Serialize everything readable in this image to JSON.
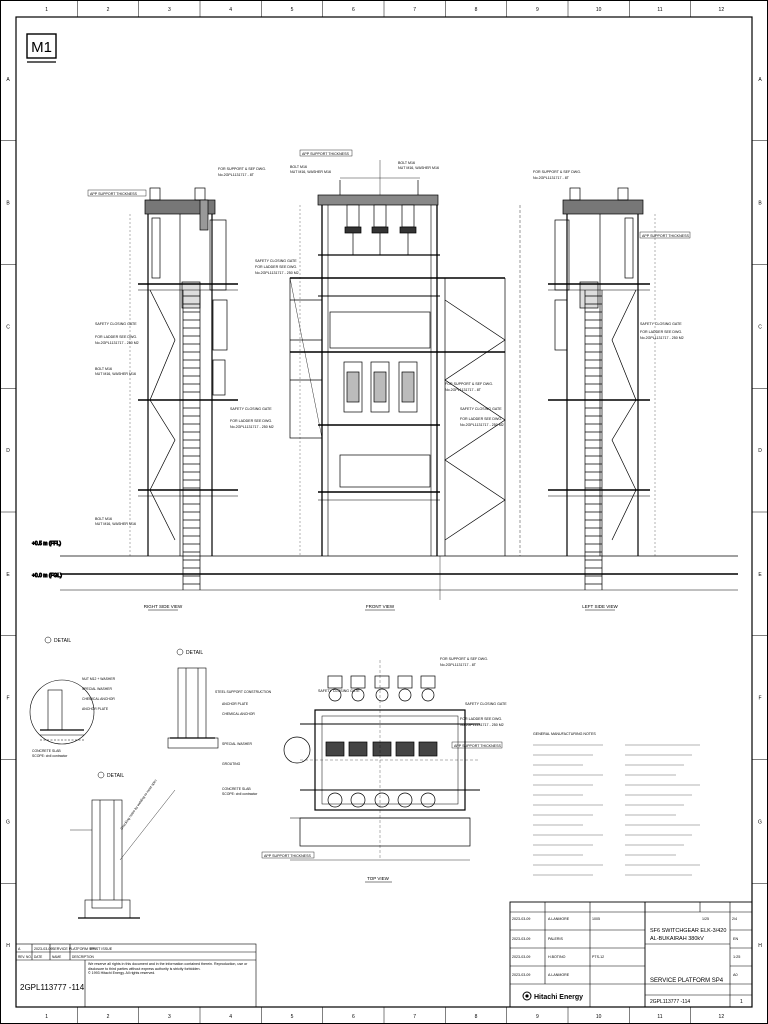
{
  "sheet": {
    "mark": "M1",
    "zone_letters": [
      "A",
      "B",
      "C",
      "D",
      "E",
      "F",
      "G",
      "H"
    ],
    "zone_numbers": [
      "1",
      "2",
      "3",
      "4",
      "5",
      "6",
      "7",
      "8",
      "9",
      "10",
      "11",
      "12"
    ]
  },
  "views": {
    "right_side": "RIGHT SIDE VIEW",
    "front": "FRONT VIEW",
    "left_side": "LEFT SIDE VIEW",
    "top": "TOP VIEW",
    "detail_1": "DETAIL",
    "detail_2": "DETAIL",
    "detail_3": "DETAIL"
  },
  "levels": {
    "lvl_a": "+0.5 m (FFL)",
    "lvl_b": "+0.0 m (FGL)"
  },
  "callouts": {
    "for_support_steel": "FOR SUPPORT & SEF DWG.",
    "steel_ref": "No.2GPL1131717 - 8T",
    "app_support": "APP SUPPORT THICKNESS",
    "safety_gate": "SAFETY CLOSING GATE",
    "for_ladder": "FOR LADDER SEE DWG.",
    "ladder_ref": "No.2GPL1131717 - 250 M2",
    "bolt_m16": "BOLT M16",
    "nut_m16": "NUT M16, WASHER M16",
    "steel_support": "STEEL SUPPORT CONSTRUCTION",
    "concrete_slab": "CONCRETE SLAB",
    "scope": "SCOPE: civil contractor",
    "grouting": "GROUTING",
    "chemical_anchor": "CHEMICAL ANCHOR",
    "anchor_plate": "ANCHOR PLATE",
    "special_washer": "SPECIAL WASHER",
    "nut_m12": "NUT M12 + WASHER",
    "note_general": "GENERAL MANUFACTURING NOTES",
    "note_checking": "Checking notes by welding to meet spec"
  },
  "title_block": {
    "revision": {
      "rev": "A",
      "date": "2023-03-09",
      "name": "FIRST ISSUE",
      "desc": "SERVICE PLATFORM SP4"
    },
    "rev_headers": [
      "REV. NO.",
      "DATE",
      "NAME",
      "DESCRIPTION"
    ],
    "doc_no_left": "2GPL113777 -114",
    "copyright": "We reserve all rights in this document and in the information contained therein. Reproduction, use or disclosure to third parties without express authority is strictly forbidden.",
    "copyright_2": "© 1993 Hitachi Energy. All rights reserved.",
    "dates": [
      "2023-03-09",
      "2023-03-09",
      "2023-03-09",
      "2023-03-09"
    ],
    "names": [
      "A.LANMORE",
      "PALERIS",
      "H.BOTINO",
      "A.LANMORE"
    ],
    "project": "SF6 SWITCHGEAR ELK-3/420",
    "site": "AL-BUKAIRAH 380kV",
    "title": "SERVICE PLATFORM SP4",
    "drawing_no": "2GPL113777 -114",
    "scale": "1:25",
    "sheet_no": "1",
    "lang": "EN",
    "size": "A0",
    "ref_codes": [
      "1005",
      "1/25",
      "2/4",
      "PTS-12"
    ],
    "company": "Hitachi Energy"
  }
}
